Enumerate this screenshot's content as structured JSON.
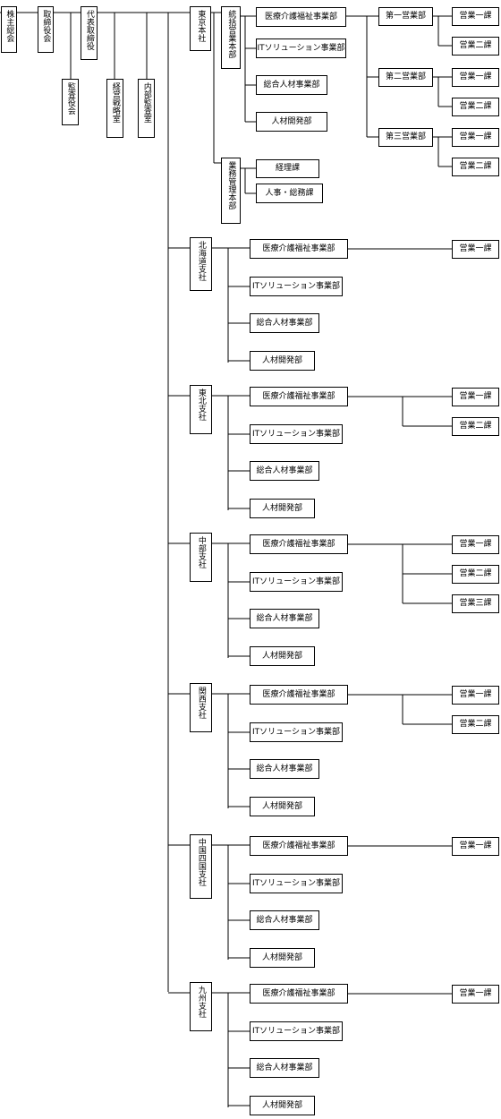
{
  "top": {
    "shareholders": "株主総会",
    "board": "取締役会",
    "auditor": "監査役会",
    "ceo": "代表取締役",
    "strategy": "経営戦略室",
    "internal_audit": "内部監査室"
  },
  "head_office": {
    "name": "東京本社",
    "sales_hq": "統括営業本部",
    "admin_hq": "業務管理本部",
    "divisions": [
      "医療介護福祉事業部",
      "ITソリューション事業部",
      "総合人材事業部",
      "人材開発部"
    ],
    "sales_depts": [
      "第一営業部",
      "第二営業部",
      "第三営業部"
    ],
    "sections": [
      "営業一課",
      "営業二課",
      "営業一課",
      "営業二課",
      "営業一課",
      "営業二課"
    ],
    "admin_sections": [
      "経理課",
      "人事・総務課"
    ]
  },
  "branches": [
    {
      "name": "北海道支社",
      "divisions": [
        "医療介護福祉事業部",
        "ITソリューション事業部",
        "総合人材事業部",
        "人材開発部"
      ],
      "sections": [
        "営業一課"
      ]
    },
    {
      "name": "東北支社",
      "divisions": [
        "医療介護福祉事業部",
        "ITソリューション事業部",
        "総合人材事業部",
        "人材開発部"
      ],
      "sections": [
        "営業一課",
        "営業二課"
      ]
    },
    {
      "name": "中部支社",
      "divisions": [
        "医療介護福祉事業部",
        "ITソリューション事業部",
        "総合人材事業部",
        "人材開発部"
      ],
      "sections": [
        "営業一課",
        "営業二課",
        "営業三課"
      ]
    },
    {
      "name": "関西支社",
      "divisions": [
        "医療介護福祉事業部",
        "ITソリューション事業部",
        "総合人材事業部",
        "人材開発部"
      ],
      "sections": [
        "営業一課",
        "営業二課"
      ]
    },
    {
      "name": "中国四国支社",
      "divisions": [
        "医療介護福祉事業部",
        "ITソリューション事業部",
        "総合人材事業部",
        "人材開発部"
      ],
      "sections": [
        "営業一課"
      ]
    },
    {
      "name": "九州支社",
      "divisions": [
        "医療介護福祉事業部",
        "ITソリューション事業部",
        "総合人材事業部",
        "人材開発部"
      ],
      "sections": [
        "営業一課"
      ]
    }
  ]
}
